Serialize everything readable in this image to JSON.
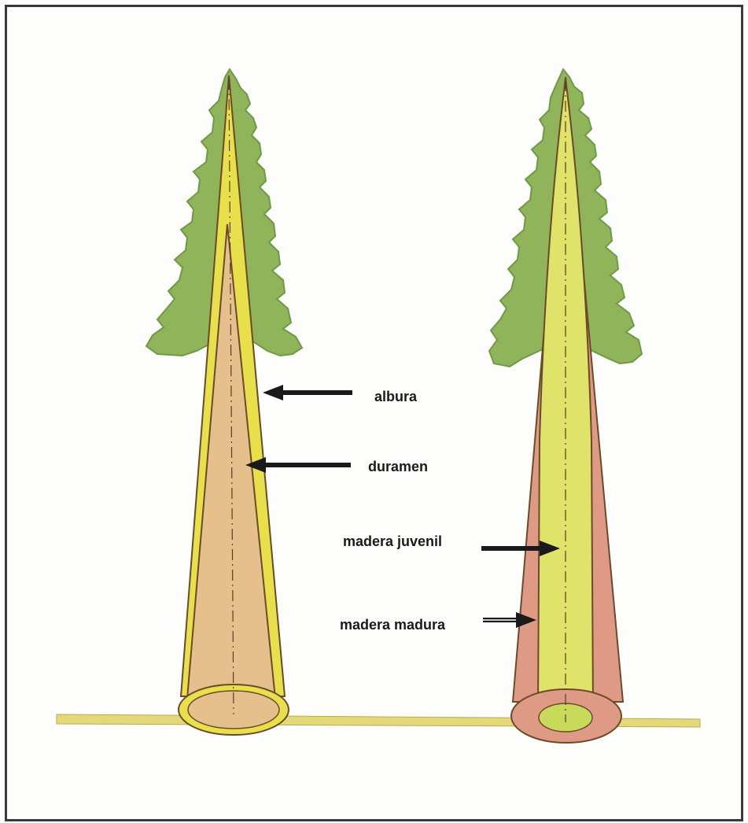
{
  "labels": {
    "sapwood": "albura",
    "heartwood": "duramen",
    "juvenile_wood": "madera juvenil",
    "mature_wood": "madera madura"
  },
  "colors": {
    "foliage": "#8fb45a",
    "foliage_dark": "#6f9a45",
    "sapwood_yellow": "#e8e04a",
    "heartwood_tan": "#e6c08c",
    "juvenile_yellow": "#dfe36a",
    "mature_pink": "#df9a86",
    "ground": "#e4d97a",
    "outline": "#5a3a2a",
    "arrow": "#1a1a1a"
  }
}
